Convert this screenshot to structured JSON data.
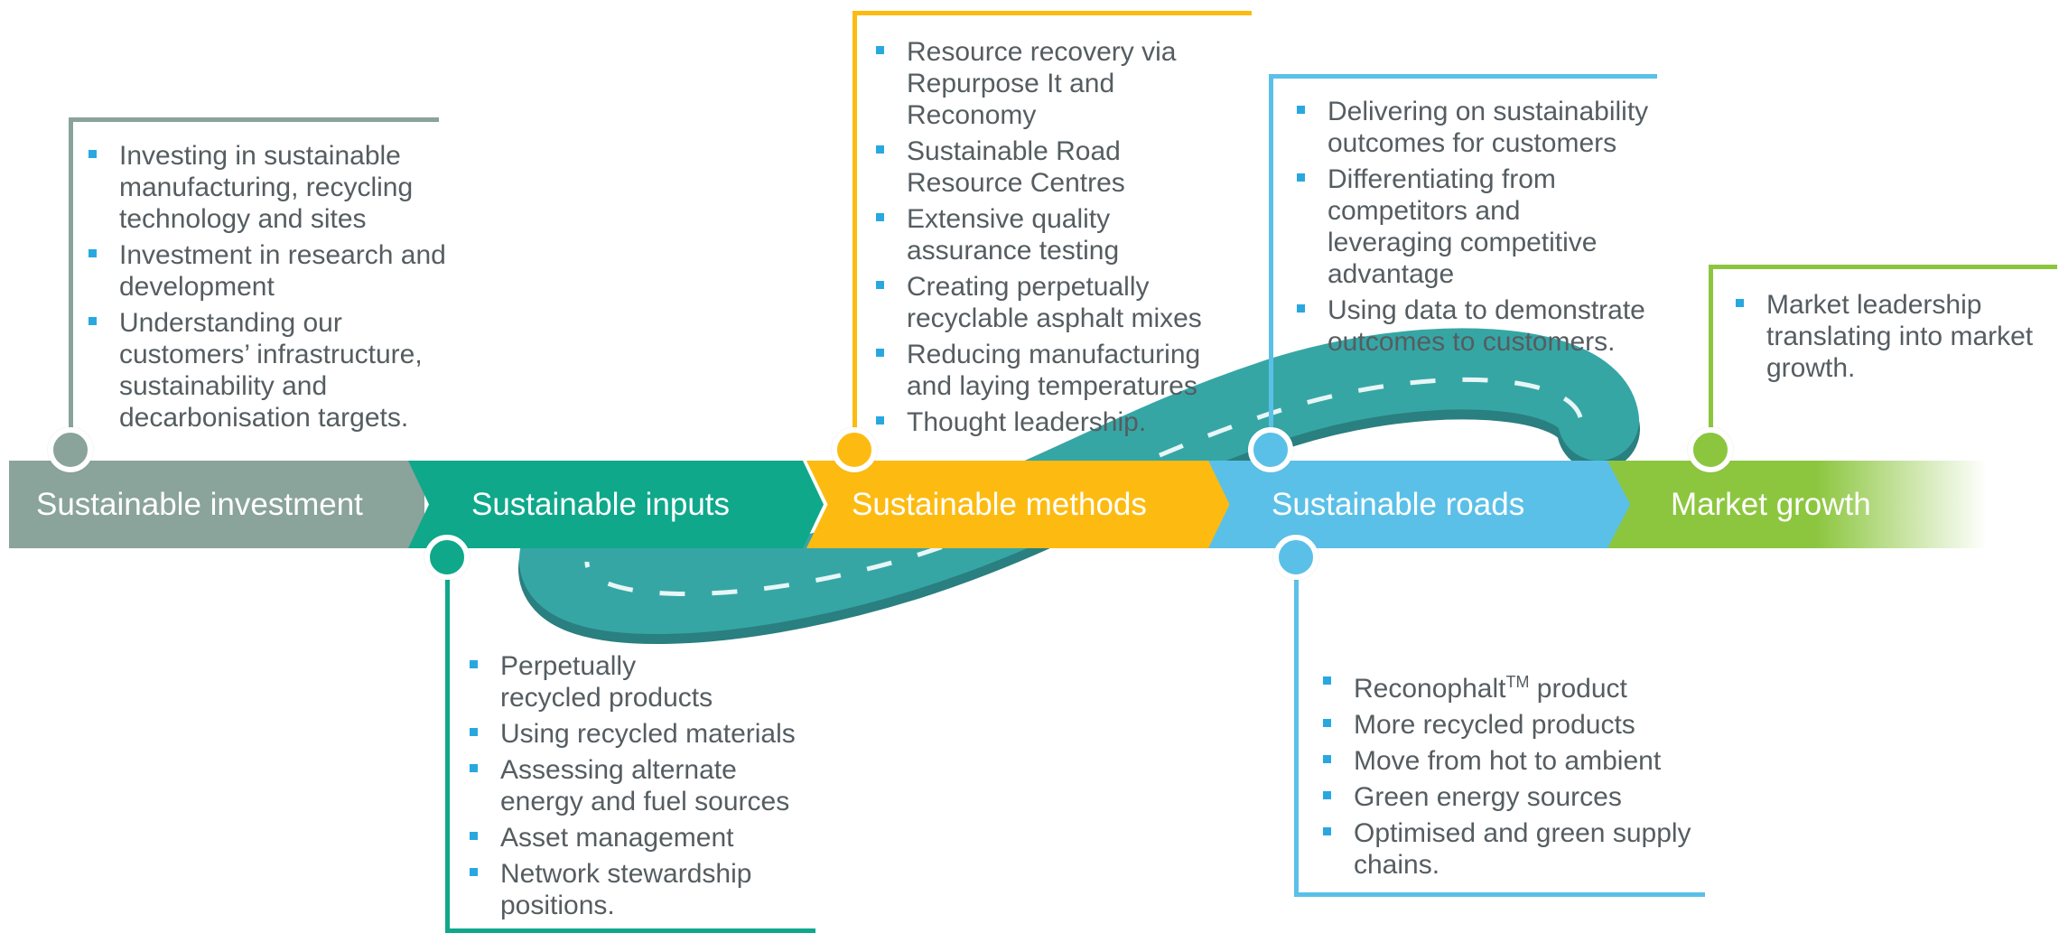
{
  "colors": {
    "investment": "#8aa39b",
    "inputs": "#0fa88a",
    "methods": "#fdbb12",
    "roads": "#5bc0e8",
    "growth": "#8cc63f",
    "road_surface": "#36a6a5",
    "bullet": "#29a8e0",
    "text": "#555d61"
  },
  "stages": {
    "investment": {
      "label": "Sustainable investment",
      "bullets": [
        "Investing in sustainable manufacturing, recycling technology and sites",
        "Investment in research and development",
        "Understanding our customers’ infrastructure, sustainability and decarbonisation targets."
      ]
    },
    "inputs": {
      "label": "Sustainable inputs",
      "bullets": [
        "Perpetually recycled products",
        "Using recycled materials",
        "Assessing alternate energy and fuel sources",
        "Asset management",
        "Network stewardship positions."
      ]
    },
    "methods": {
      "label": "Sustainable methods",
      "bullets": [
        "Resource recovery via Repurpose It and Reconomy",
        "Sustainable Road Resource Centres",
        "Extensive quality assurance testing",
        "Creating perpetually recyclable asphalt mixes",
        "Reducing manufacturing and laying temperatures",
        "Thought leadership."
      ]
    },
    "roads": {
      "label": "Sustainable roads",
      "bullets_top": [
        "Delivering on sustainability outcomes for customers",
        "Differentiating from competitors and leveraging competitive advantage",
        "Using data to demonstrate outcomes to customers."
      ],
      "product_name": "Reconophalt",
      "product_mark": "TM",
      "product_suffix": " product",
      "bullets_bottom": [
        "More recycled products",
        "Move from hot to ambient",
        "Green energy sources",
        "Optimised and green supply chains."
      ]
    },
    "growth": {
      "label": "Market growth",
      "bullets": [
        "Market leadership translating into market growth."
      ]
    }
  }
}
